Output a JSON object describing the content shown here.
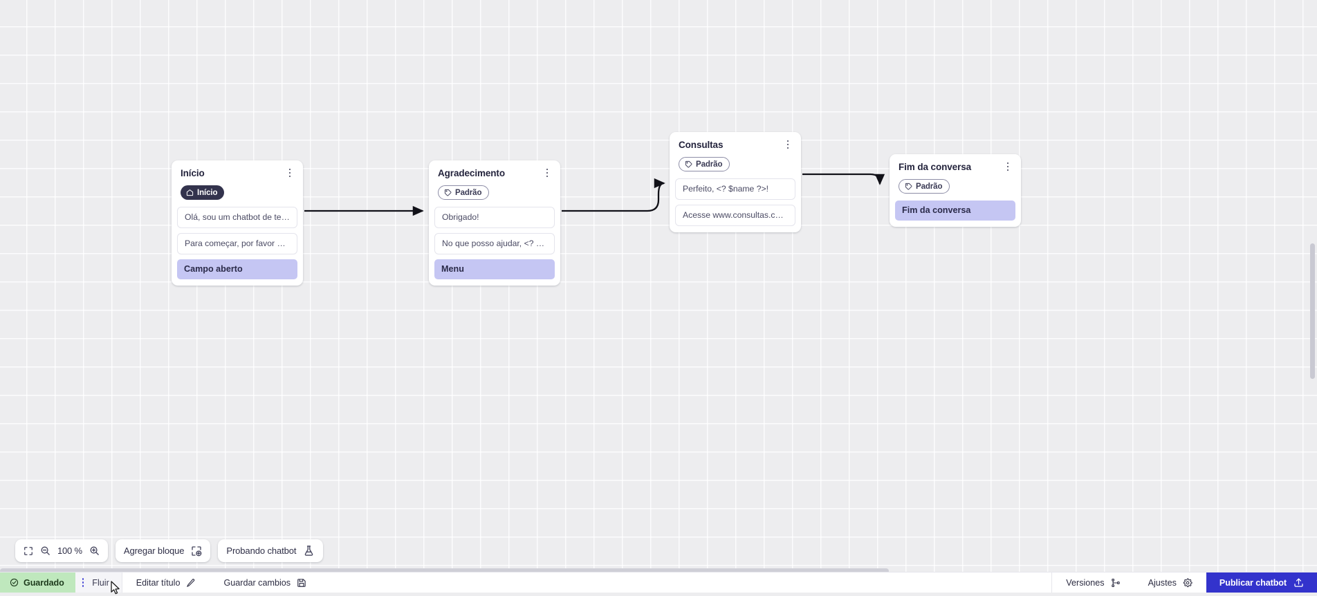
{
  "canvas": {
    "zoom_level": "100 %",
    "nodes": [
      {
        "id": "inicio",
        "title": "Início",
        "badge": {
          "label": "Início",
          "icon": "home-icon",
          "style": "start"
        },
        "messages": [
          "Olá, sou um chatbot de teste!",
          "Para começar, por favor digite o ..."
        ],
        "action": "Campo aberto"
      },
      {
        "id": "agradecimento",
        "title": "Agradecimento",
        "badge": {
          "label": "Padrão",
          "icon": "tag-icon",
          "style": "default"
        },
        "messages": [
          "Obrigado!",
          "No que posso ajudar, <? $name ..."
        ],
        "action": "Menu"
      },
      {
        "id": "consultas",
        "title": "Consultas",
        "badge": {
          "label": "Padrão",
          "icon": "tag-icon",
          "style": "default"
        },
        "messages": [
          "Perfeito, <? $name ?>!",
          "Acesse www.consultas.com par..."
        ],
        "action": null
      },
      {
        "id": "fim",
        "title": "Fim da conversa",
        "badge": {
          "label": "Padrão",
          "icon": "tag-icon",
          "style": "default"
        },
        "messages": [],
        "action": "Fim da conversa"
      }
    ]
  },
  "toolbar": {
    "fit_icon": "fit-screen-icon",
    "zoom_out_icon": "zoom-out-icon",
    "zoom_level": "100 %",
    "zoom_in_icon": "zoom-in-icon",
    "add_block_label": "Agregar bloque",
    "add_block_icon": "add-block-icon",
    "test_chatbot_label": "Probando chatbot",
    "test_chatbot_icon": "flask-icon"
  },
  "statusbar": {
    "saved_label": "Guardado",
    "saved_icon": "check-circle-icon",
    "tab_label": "Fluir",
    "tab_menu_icon": "vertical-dots-icon",
    "edit_title_label": "Editar título",
    "edit_title_icon": "pencil-icon",
    "save_changes_label": "Guardar cambios",
    "save_changes_icon": "floppy-disk-icon",
    "versions_label": "Versiones",
    "versions_icon": "branch-icon",
    "settings_label": "Ajustes",
    "settings_icon": "gear-icon",
    "publish_label": "Publicar chatbot",
    "publish_icon": "upload-icon"
  },
  "colors": {
    "canvas_bg": "#ededef",
    "accent_blue": "#3333cc",
    "saved_green": "#bfe8bd",
    "action_lavender": "#c5c6f3",
    "badge_dark": "#33334d"
  }
}
